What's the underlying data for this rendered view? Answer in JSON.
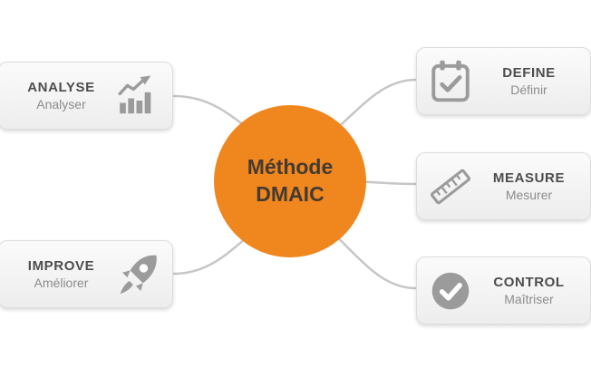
{
  "center": {
    "line1": "Méthode",
    "line2": "DMAIC"
  },
  "cards": [
    {
      "title": "ANALYSE",
      "subtitle": "Analyser",
      "icon": "bar-chart-icon"
    },
    {
      "title": "IMPROVE",
      "subtitle": "Améliorer",
      "icon": "rocket-icon"
    },
    {
      "title": "DEFINE",
      "subtitle": "Définir",
      "icon": "calendar-check-icon"
    },
    {
      "title": "MEASURE",
      "subtitle": "Mesurer",
      "icon": "ruler-icon"
    },
    {
      "title": "CONTROL",
      "subtitle": "Maîtriser",
      "icon": "check-circle-icon"
    }
  ],
  "colors": {
    "accent_orange": "#F0861E",
    "icon_gray": "#9B9B9B",
    "connector_gray": "#C6C6C6",
    "title_text": "#4D4D4D",
    "subtitle_text": "#8C8C8C",
    "center_text": "#433B33"
  }
}
